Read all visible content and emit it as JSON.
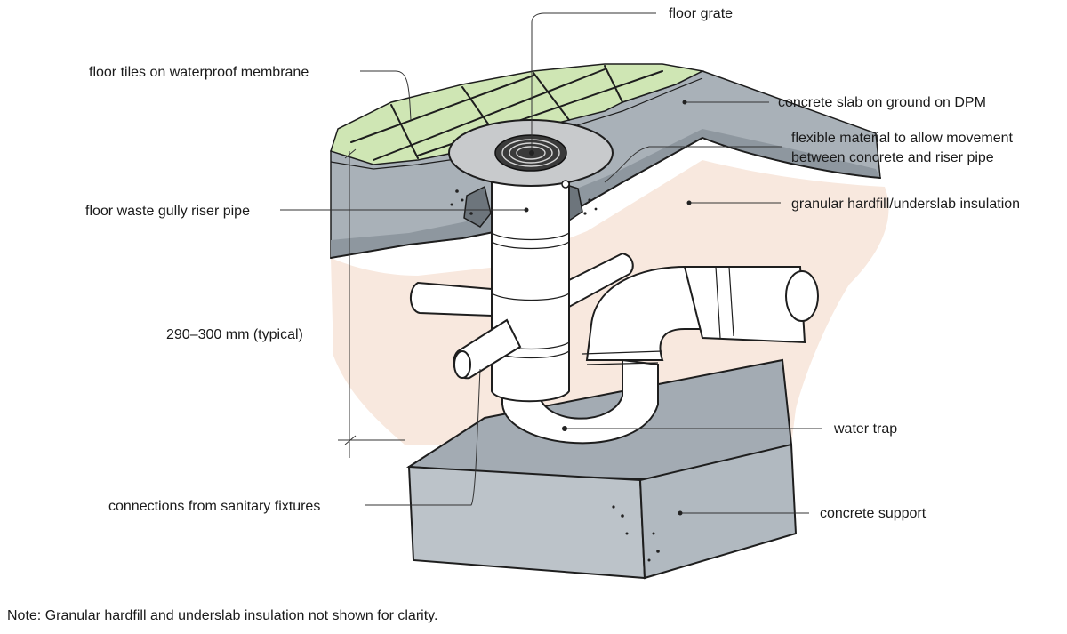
{
  "labels": {
    "floor_grate": "floor grate",
    "floor_tiles": "floor tiles on waterproof membrane",
    "concrete_slab": "concrete slab on ground on DPM",
    "flexible_material_line1": "flexible material to allow movement",
    "flexible_material_line2": "between concrete and riser pipe",
    "riser_pipe": "floor waste gully riser pipe",
    "hardfill": "granular hardfill/underslab insulation",
    "dimension": "290–300 mm (typical)",
    "water_trap": "water trap",
    "connections": "connections from sanitary fixtures",
    "concrete_support": "concrete support"
  },
  "note": "Note: Granular hardfill and underslab insulation not shown for clarity.",
  "colors": {
    "tile_green": "#cfe6b4",
    "slab_gray": "#a9b1b8",
    "slab_dark": "#8e979f",
    "hardfill_peach": "#f8e8de",
    "pipe_white": "#ffffff",
    "grate_silver": "#c8cacc",
    "support_top": "#a3abb3",
    "support_side": "#bcc3c9"
  }
}
